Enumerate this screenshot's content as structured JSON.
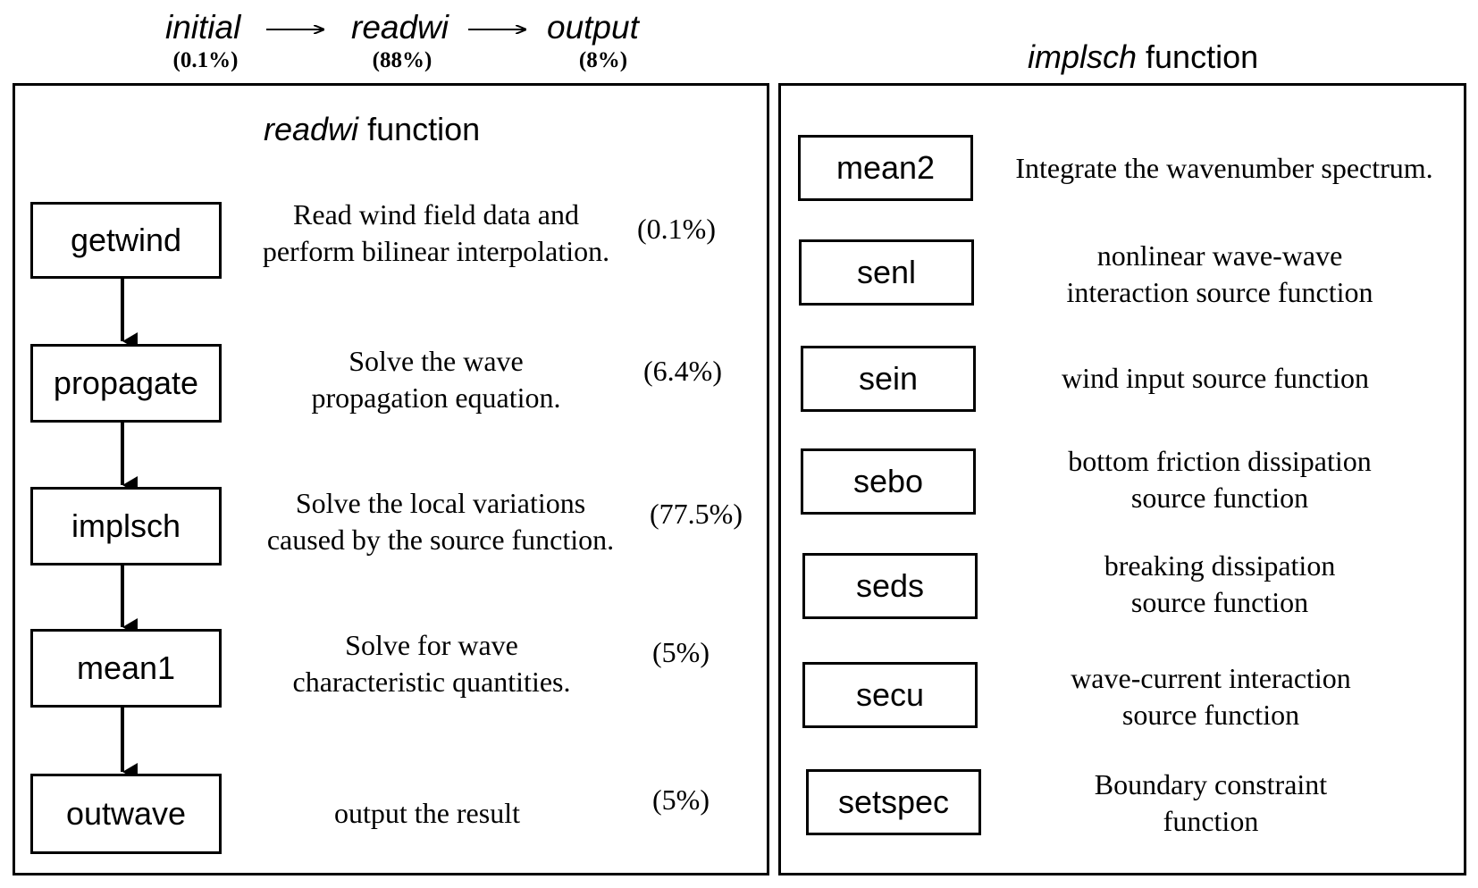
{
  "pipeline": {
    "steps": [
      {
        "name": "initial",
        "pct": "(0.1%)"
      },
      {
        "name": "readwi",
        "pct": "(88%)"
      },
      {
        "name": "output",
        "pct": "(8%)"
      }
    ]
  },
  "left_panel": {
    "title_italic": "readwi",
    "title_rest": " function",
    "rows": [
      {
        "box": "getwind",
        "desc": [
          "Read wind field data and",
          "perform bilinear interpolation."
        ],
        "pct": "(0.1%)"
      },
      {
        "box": "propagate",
        "desc": [
          "Solve the wave",
          "propagation equation."
        ],
        "pct": "(6.4%)"
      },
      {
        "box": "implsch",
        "desc": [
          "Solve the local variations",
          "caused by the source function."
        ],
        "pct": "(77.5%)"
      },
      {
        "box": "mean1",
        "desc": [
          "Solve for wave",
          "characteristic quantities."
        ],
        "pct": "(5%)"
      },
      {
        "box": "outwave",
        "desc": [
          "output the result"
        ],
        "pct": "(5%)"
      }
    ]
  },
  "right_panel": {
    "title_italic": "implsch",
    "title_rest": " function",
    "rows": [
      {
        "box": "mean2",
        "desc": [
          "Integrate the wavenumber spectrum."
        ]
      },
      {
        "box": "senl",
        "desc": [
          "nonlinear wave-wave",
          "interaction source function"
        ]
      },
      {
        "box": "sein",
        "desc": [
          "wind input source function"
        ]
      },
      {
        "box": "sebo",
        "desc": [
          "bottom friction dissipation",
          "source function"
        ]
      },
      {
        "box": "seds",
        "desc": [
          "breaking dissipation",
          "source function"
        ]
      },
      {
        "box": "secu",
        "desc": [
          "wave-current interaction",
          "source function"
        ]
      },
      {
        "box": "setspec",
        "desc": [
          "Boundary constraint",
          "function"
        ]
      }
    ]
  }
}
